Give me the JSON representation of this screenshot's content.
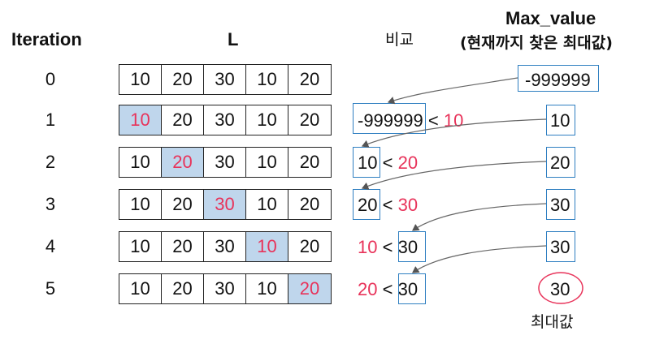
{
  "headers": {
    "iteration": "Iteration",
    "list": "L",
    "compare": "비교",
    "max_title": "Max_value",
    "max_sub": "(현재까지 찾은 최대값)"
  },
  "rows": [
    {
      "iter": "0",
      "cells": [
        "10",
        "20",
        "30",
        "10",
        "20"
      ],
      "highlight": -1,
      "cmp_left": "",
      "cmp_op": "",
      "cmp_right": "",
      "max": "-999999"
    },
    {
      "iter": "1",
      "cells": [
        "10",
        "20",
        "30",
        "10",
        "20"
      ],
      "highlight": 0,
      "cmp_left": "-999999",
      "cmp_op": "<",
      "cmp_right": "10",
      "max": "10"
    },
    {
      "iter": "2",
      "cells": [
        "10",
        "20",
        "30",
        "10",
        "20"
      ],
      "highlight": 1,
      "cmp_left": "10",
      "cmp_op": "<",
      "cmp_right": "20",
      "max": "20"
    },
    {
      "iter": "3",
      "cells": [
        "10",
        "20",
        "30",
        "10",
        "20"
      ],
      "highlight": 2,
      "cmp_left": "20",
      "cmp_op": "<",
      "cmp_right": "30",
      "max": "30"
    },
    {
      "iter": "4",
      "cells": [
        "10",
        "20",
        "30",
        "10",
        "20"
      ],
      "highlight": 3,
      "cmp_left": "10",
      "cmp_op": "<",
      "cmp_right": "30",
      "max": "30"
    },
    {
      "iter": "5",
      "cells": [
        "10",
        "20",
        "30",
        "10",
        "20"
      ],
      "highlight": 4,
      "cmp_left": "20",
      "cmp_op": "<",
      "cmp_right": "30",
      "max": "30"
    }
  ],
  "result_label": "최대값",
  "colors": {
    "highlight_bg": "#bfd6ec",
    "highlight_text": "#e8335a",
    "box": "#2f7fc1",
    "result_circle": "#e8335a"
  }
}
